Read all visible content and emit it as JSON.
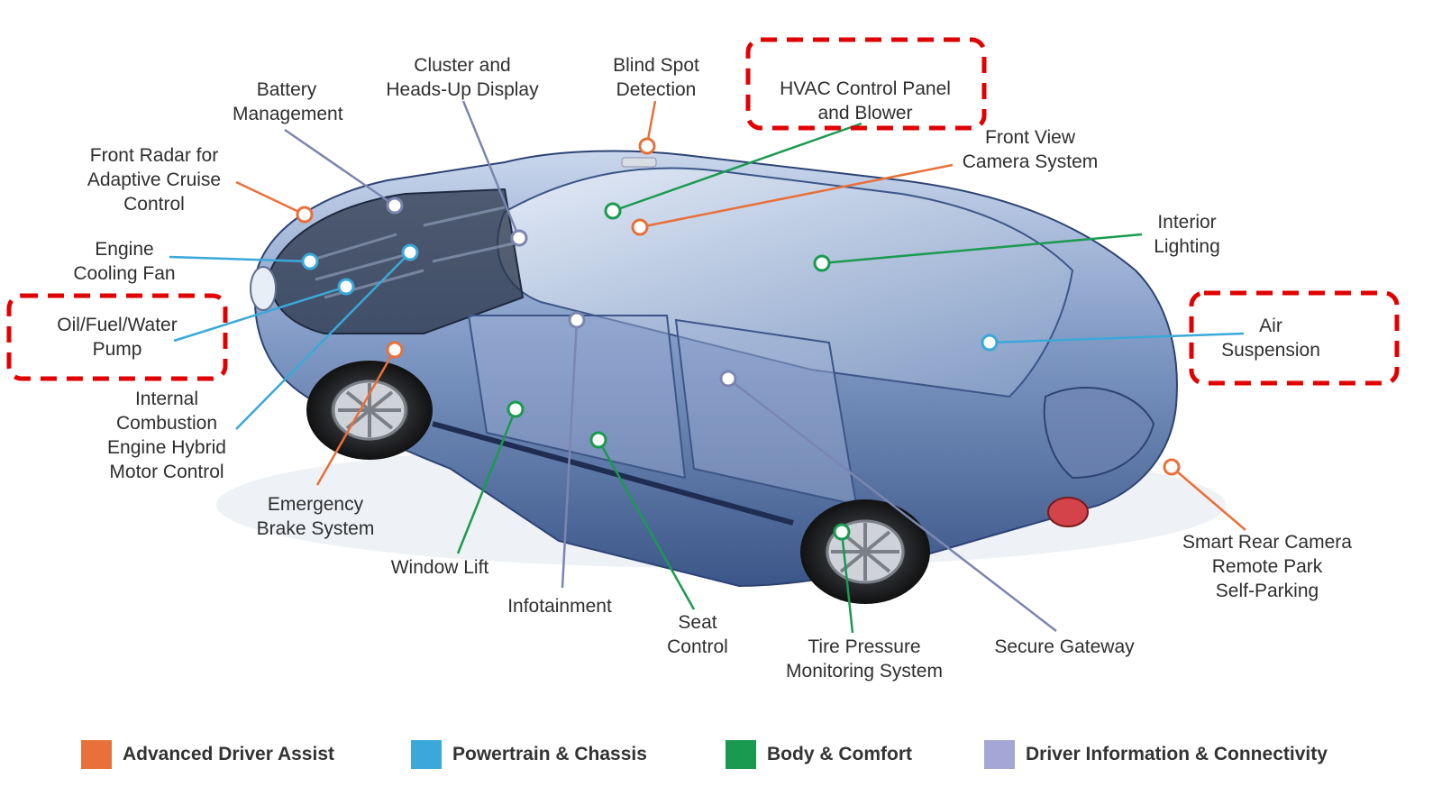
{
  "colors": {
    "advanced_driver_assist": "#e8703a",
    "powertrain_chassis": "#3aa8d8",
    "body_comfort": "#1a9a50",
    "driver_information": "#9a9ad0",
    "battery_line": "#7b86b0",
    "highlight_box": "#e10000"
  },
  "labels": {
    "battery": [
      "Battery",
      "Management"
    ],
    "cluster": [
      "Cluster and",
      "Heads-Up Display"
    ],
    "blind_spot": [
      "Blind Spot",
      "Detection"
    ],
    "hvac": [
      "HVAC Control Panel",
      "and Blower"
    ],
    "front_view": [
      "Front View",
      "Camera System"
    ],
    "front_radar": [
      "Front Radar for",
      "Adaptive Cruise",
      "Control"
    ],
    "engine_fan": [
      "Engine",
      "Cooling Fan"
    ],
    "oil_pump": [
      "Oil/Fuel/Water",
      "Pump"
    ],
    "interior_lighting": [
      "Interior",
      "Lighting"
    ],
    "air_suspension": [
      "Air",
      "Suspension"
    ],
    "ice_hybrid": [
      "Internal",
      "Combustion",
      "Engine Hybrid",
      "Motor Control"
    ],
    "emergency_brake": [
      "Emergency",
      "Brake System"
    ],
    "window_lift": [
      "Window Lift"
    ],
    "infotainment": [
      "Infotainment"
    ],
    "seat_control": [
      "Seat",
      "Control"
    ],
    "tire_pressure": [
      "Tire Pressure",
      "Monitoring System"
    ],
    "secure_gateway": [
      "Secure Gateway"
    ],
    "rear_camera": [
      "Smart Rear Camera",
      "Remote Park",
      "Self-Parking"
    ]
  },
  "legend": [
    {
      "label": "Advanced Driver Assist",
      "color": "#e8703a"
    },
    {
      "label": "Powertrain & Chassis",
      "color": "#3aa8d8"
    },
    {
      "label": "Body & Comfort",
      "color": "#1a9a50"
    },
    {
      "label": "Driver Information & Connectivity",
      "color": "#a4a6d6"
    }
  ]
}
